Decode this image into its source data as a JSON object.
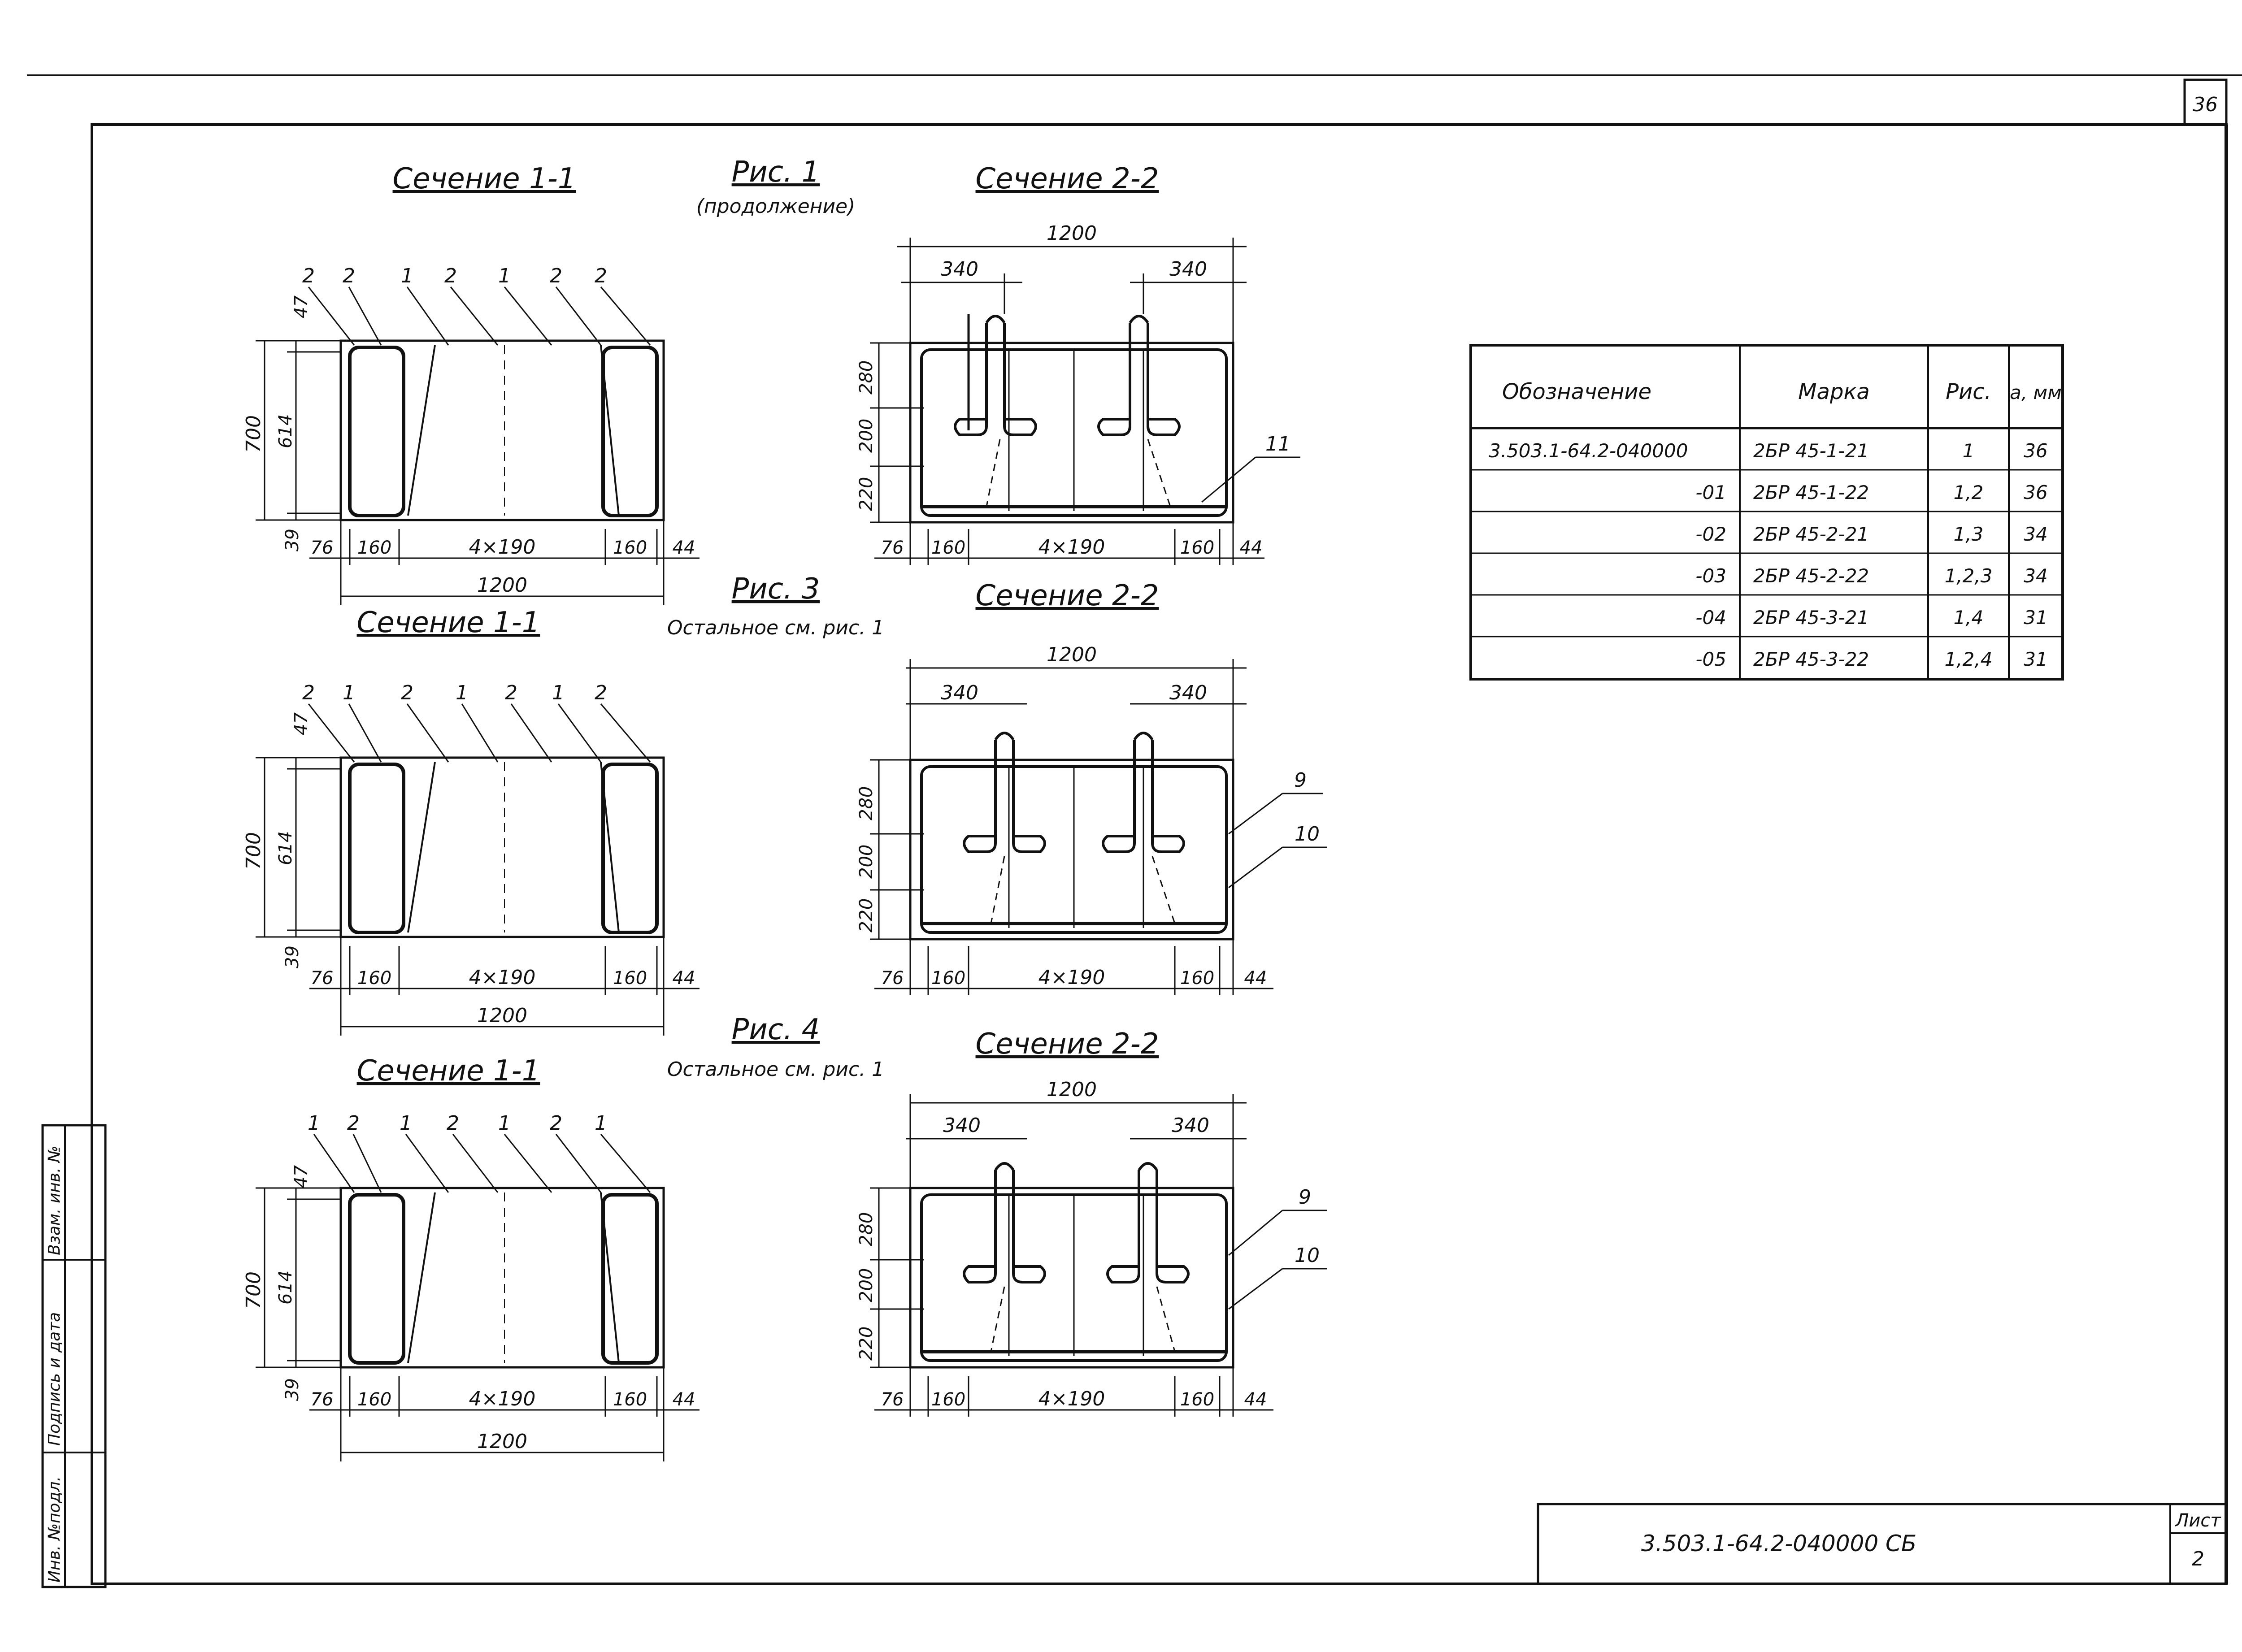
{
  "sheet": {
    "page_number": "36",
    "sheet_label": "Лист",
    "sheet_number": "2",
    "stamp_code": "3.503.1-64.2-040000 СБ",
    "side_labels": [
      "Инв. №подл.",
      "Подпись и дата",
      "Взам. инв. №"
    ]
  },
  "figures": {
    "fig1": {
      "title": "Рис. 1",
      "subtitle": "(продолжение)",
      "section_a": {
        "title": "Сечение 1-1",
        "callouts": [
          "2",
          "2",
          "1",
          "2",
          "1",
          "2",
          "2"
        ],
        "dims_v": [
          "47",
          "700",
          "614",
          "39"
        ],
        "dims_h": [
          "76",
          "160",
          "4×190",
          "160",
          "44"
        ],
        "total": "1200"
      },
      "section_b": {
        "title": "Сечение 2-2",
        "top_total": "1200",
        "top_left": "340",
        "top_right": "340",
        "dims_v": [
          "280",
          "200",
          "220"
        ],
        "dims_h": [
          "76",
          "160",
          "4×190",
          "160",
          "44"
        ],
        "callouts": [
          "11"
        ]
      }
    },
    "fig3": {
      "title": "Рис. 3",
      "subtitle": "Остальное см. рис. 1",
      "section_a": {
        "title": "Сечение 1-1",
        "callouts": [
          "2",
          "1",
          "2",
          "1",
          "2",
          "1",
          "2"
        ],
        "dims_v": [
          "47",
          "700",
          "614",
          "39"
        ],
        "dims_h": [
          "76",
          "160",
          "4×190",
          "160",
          "44"
        ],
        "total": "1200"
      },
      "section_b": {
        "title": "Сечение 2-2",
        "top_total": "1200",
        "top_left": "340",
        "top_right": "340",
        "dims_v": [
          "280",
          "200",
          "220"
        ],
        "dims_h": [
          "76",
          "160",
          "4×190",
          "160",
          "44"
        ],
        "callouts": [
          "9",
          "10"
        ]
      }
    },
    "fig4": {
      "title": "Рис. 4",
      "subtitle": "Остальное см. рис. 1",
      "section_a": {
        "title": "Сечение 1-1",
        "callouts": [
          "1",
          "2",
          "1",
          "2",
          "1",
          "2",
          "1"
        ],
        "dims_v": [
          "47",
          "700",
          "614",
          "39"
        ],
        "dims_h": [
          "76",
          "160",
          "4×190",
          "160",
          "44"
        ],
        "total": "1200"
      },
      "section_b": {
        "title": "Сечение 2-2",
        "top_total": "1200",
        "top_left": "340",
        "top_right": "340",
        "dims_v": [
          "280",
          "200",
          "220"
        ],
        "dims_h": [
          "76",
          "160",
          "4×190",
          "160",
          "44"
        ],
        "callouts": [
          "9",
          "10"
        ]
      }
    }
  },
  "table": {
    "headers": [
      "Обозначение",
      "Марка",
      "Рис.",
      "a, мм"
    ],
    "rows": [
      [
        "3.503.1-64.2-040000",
        "2БР 45-1-21",
        "1",
        "36"
      ],
      [
        "-01",
        "2БР 45-1-22",
        "1,2",
        "36"
      ],
      [
        "-02",
        "2БР 45-2-21",
        "1,3",
        "34"
      ],
      [
        "-03",
        "2БР 45-2-22",
        "1,2,3",
        "34"
      ],
      [
        "-04",
        "2БР 45-3-21",
        "1,4",
        "31"
      ],
      [
        "-05",
        "2БР 45-3-22",
        "1,2,4",
        "31"
      ]
    ]
  }
}
